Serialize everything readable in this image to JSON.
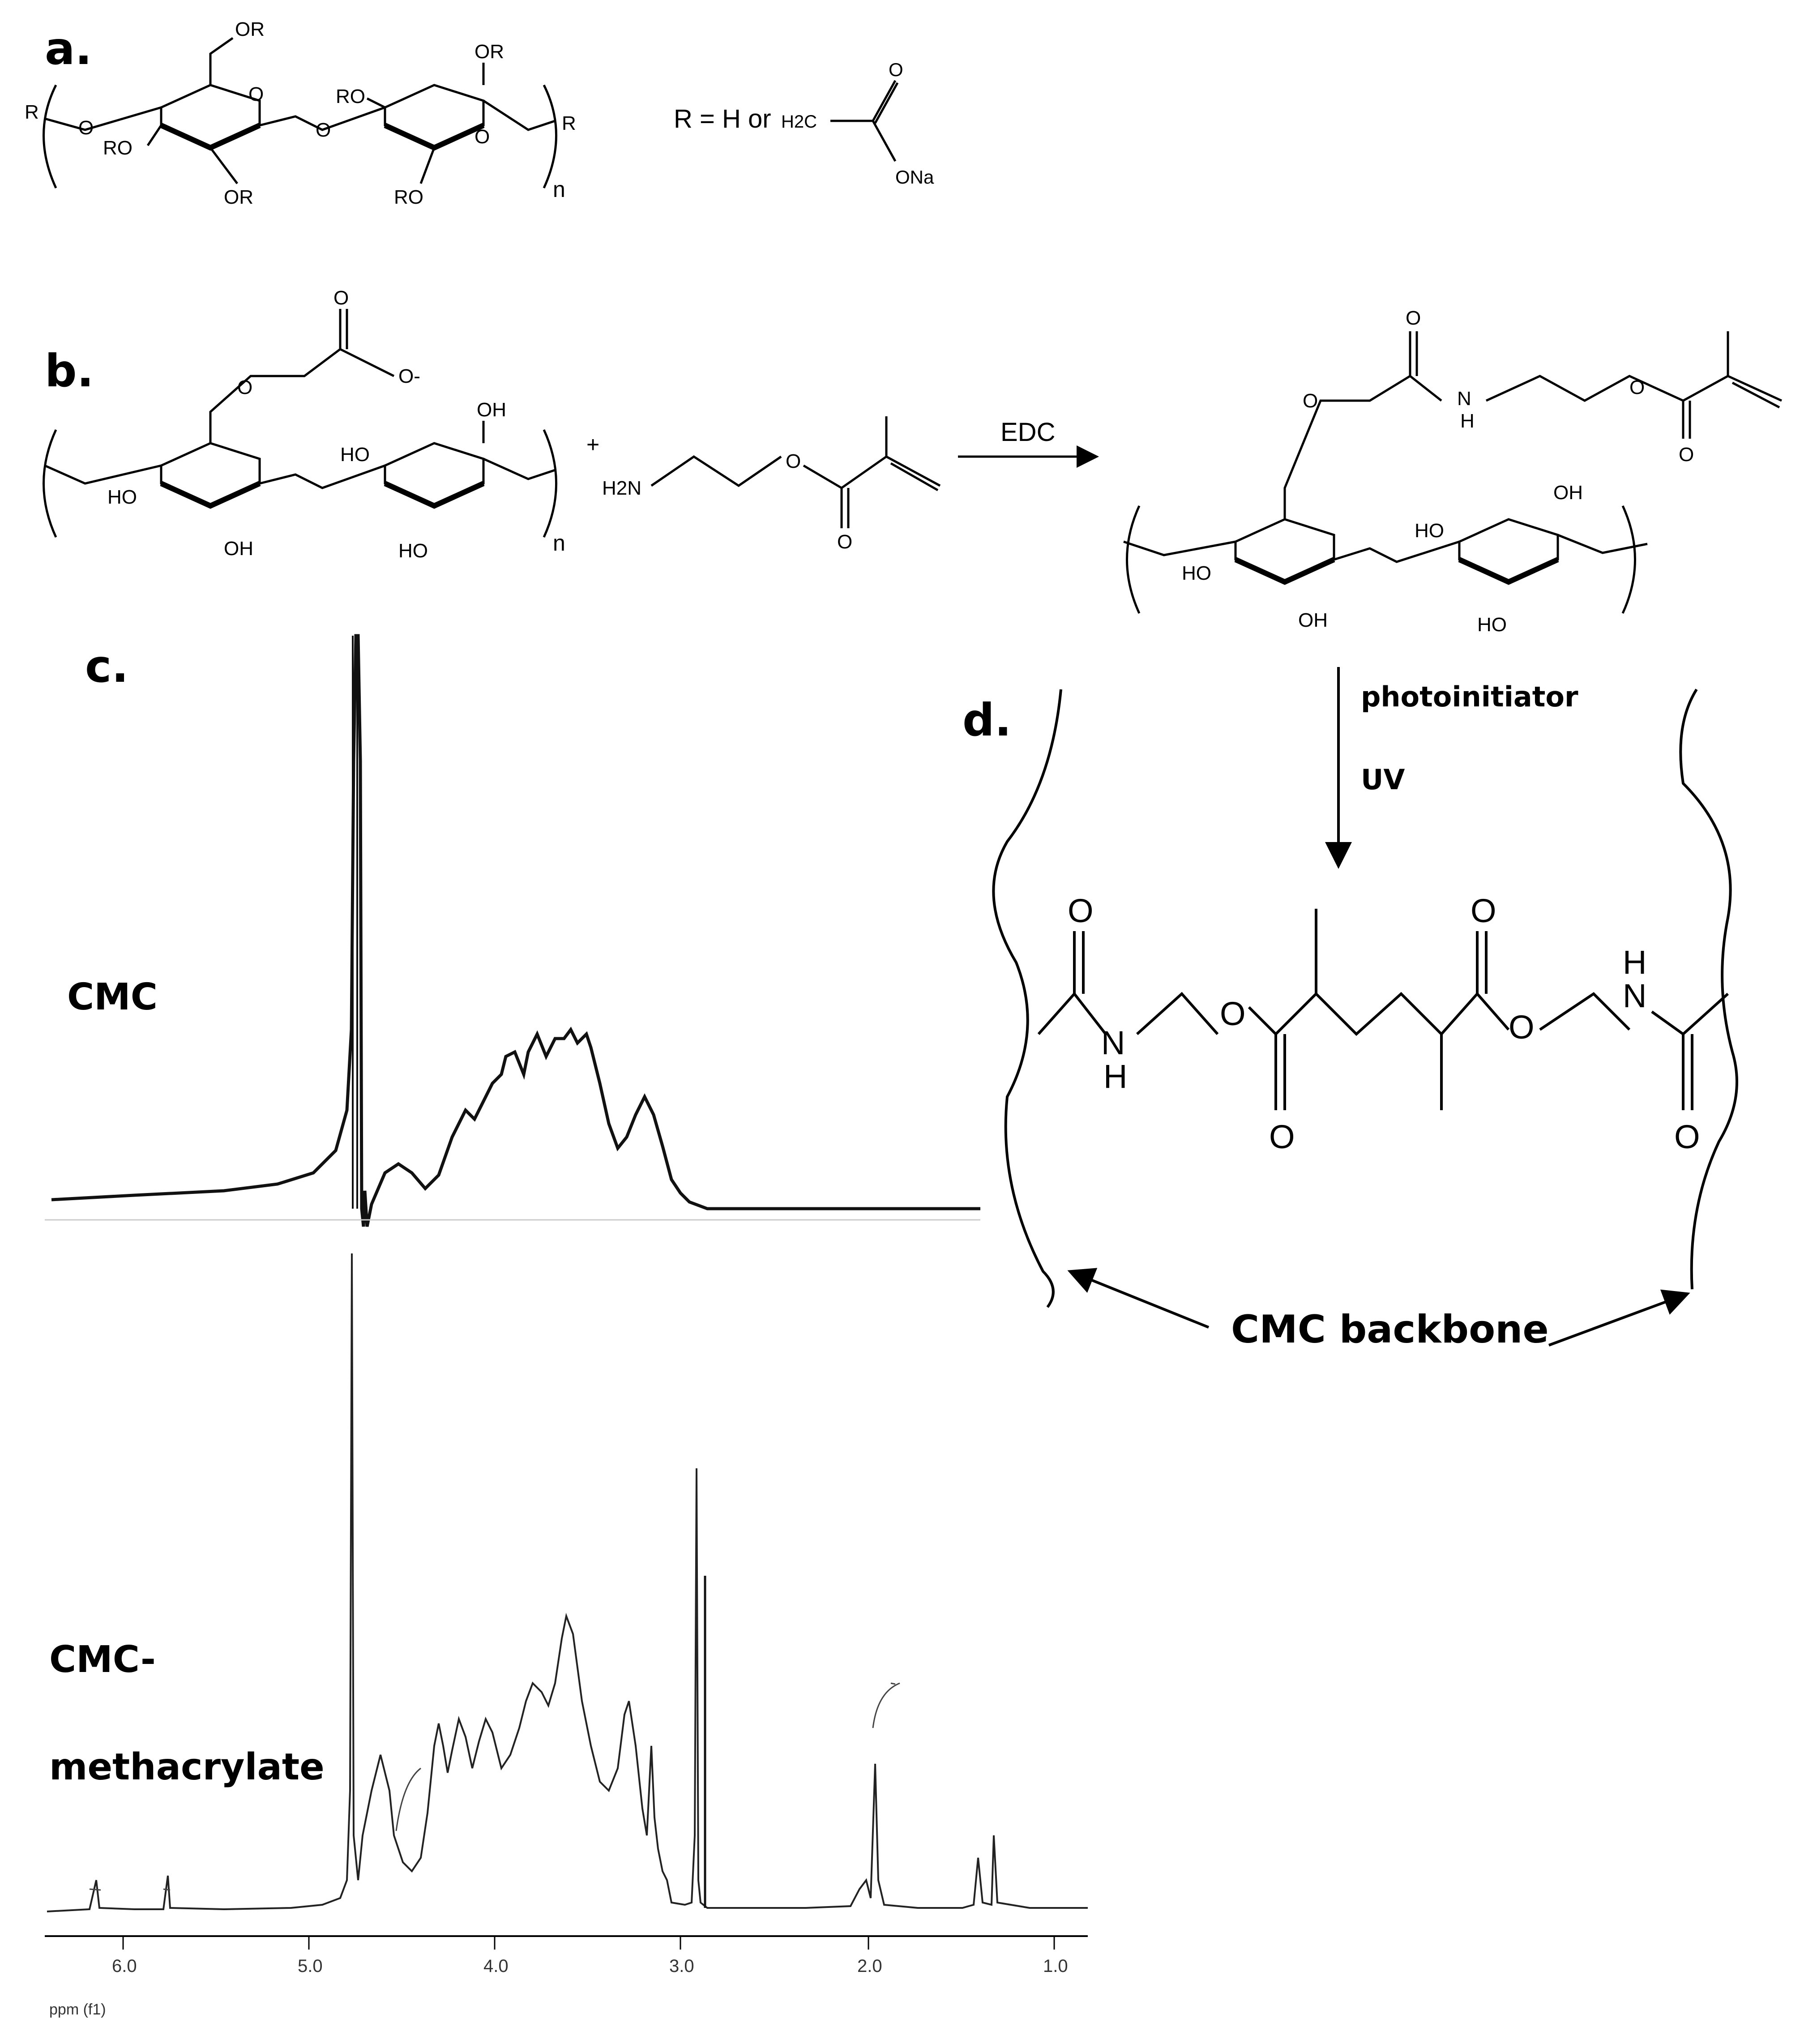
{
  "panels": {
    "a": {
      "label": "a.",
      "atoms": {
        "or_top": "OR",
        "ro_left": "RO",
        "or_bottom": "OR",
        "ro_ring2_top": "RO",
        "or_ring2_top": "OR",
        "ro_ring2_bottom": "RO",
        "r_left": "R",
        "r_right": "R",
        "o": "O",
        "n": "n"
      },
      "r_definition": "R = H or",
      "h2c": "H2C",
      "o_carbonyl": "O",
      "ona": "ONa"
    },
    "b": {
      "label": "b.",
      "carboxylate_o": "O",
      "carboxylate_minus": "O-",
      "ho": "HO",
      "oh": "OH",
      "h2n": "H2N",
      "plus": "+",
      "reagent": "EDC",
      "product_nh": "N",
      "product_h": "H",
      "n": "n"
    },
    "c": {
      "label": "c.",
      "spectrum_top_label": "CMC",
      "spectrum_bottom_label_line1": "CMC-",
      "spectrum_bottom_label_line2": "methacrylate",
      "axis_ticks": [
        "6.0",
        "5.0",
        "4.0",
        "3.0",
        "2.0",
        "1.0"
      ],
      "axis_unit": "ppm (f1)"
    },
    "d": {
      "label": "d.",
      "condition1": "photoinitiator",
      "condition2": "UV",
      "backbone_label": "CMC backbone",
      "crosslink_atoms": {
        "o": "O",
        "n": "N",
        "h": "H"
      }
    }
  }
}
